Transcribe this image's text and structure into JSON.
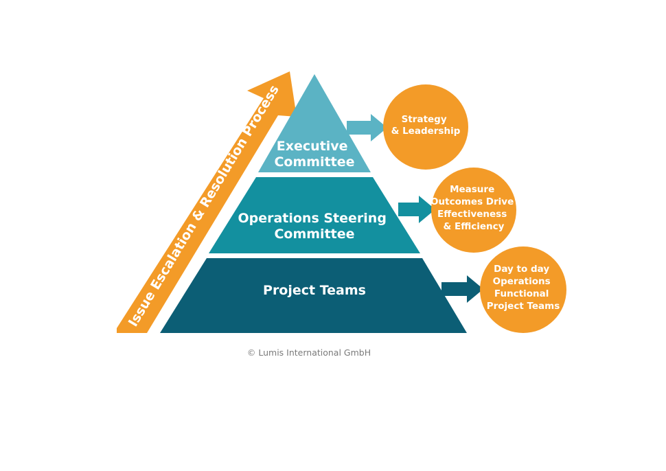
{
  "escalation_arrow": {
    "label": "Issue Escalation & Resolution Process",
    "color": "#f39b28"
  },
  "tiers": [
    {
      "lines": [
        "Executive",
        "Committee"
      ],
      "color": "#5bb3c4"
    },
    {
      "lines": [
        "Operations Steering",
        "Committee"
      ],
      "color": "#13909f"
    },
    {
      "lines": [
        "Project Teams"
      ],
      "color": "#0c5e75"
    }
  ],
  "outcomes": [
    {
      "lines": [
        "Strategy",
        "& Leadership"
      ],
      "color": "#f39b28"
    },
    {
      "lines": [
        "Measure",
        "Outcomes Drive",
        "Effectiveness",
        "& Efficiency"
      ],
      "color": "#f39b28"
    },
    {
      "lines": [
        "Day to day",
        "Operations",
        "Functional",
        "Project Teams"
      ],
      "color": "#f39b28"
    }
  ],
  "connector_colors": [
    "#5bb3c4",
    "#13909f",
    "#0c5e75"
  ],
  "copyright": "© Lumis International GmbH"
}
